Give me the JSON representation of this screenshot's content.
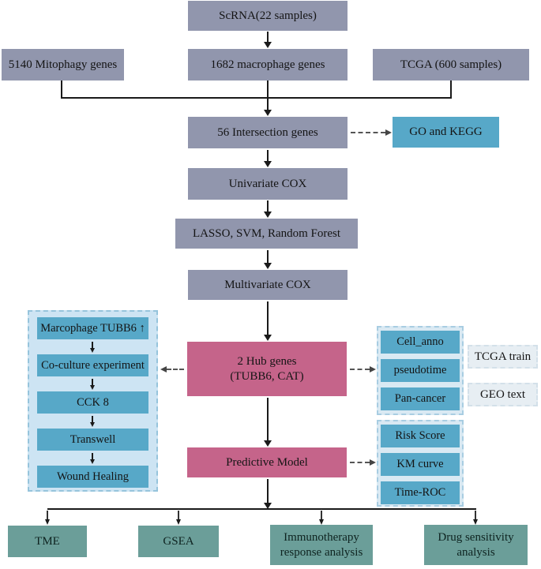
{
  "diagram": {
    "flow": {
      "scrna": "ScRNA(22 samples)",
      "mitophagy": "5140 Mitophagy genes",
      "macrophage": "1682 macrophage genes",
      "tcga": "TCGA (600 samples)",
      "intersection": "56 Intersection genes",
      "go_kegg": "GO and KEGG",
      "univariate_cox": "Univariate COX",
      "feature_selection": "LASSO, SVM, Random Forest",
      "multivariate_cox": "Multivariate COX",
      "hub_genes_line1": "2 Hub genes",
      "hub_genes_line2": "(TUBB6, CAT)",
      "predictive_model": "Predictive Model"
    },
    "experiment_panel": {
      "items": [
        "Marcophage TUBB6 ↑",
        "Co-culture experiment",
        "CCK 8",
        "Transwell",
        "Wound Healing"
      ]
    },
    "hub_analysis_panel": {
      "items": [
        "Cell_anno",
        "pseudotime",
        "Pan-cancer"
      ]
    },
    "cohorts": {
      "train": "TCGA train",
      "test": "GEO text"
    },
    "model_eval_panel": {
      "items": [
        "Risk Score",
        "KM curve",
        "Time-ROC"
      ]
    },
    "downstream": {
      "tme": "TME",
      "gsea": "GSEA",
      "immunotherapy": "Immunotherapy response analysis",
      "drug": "Drug sensitivity analysis"
    }
  },
  "colors": {
    "node_gray": "#9196ad",
    "node_cyan": "#57a8c8",
    "node_pink": "#c5648a",
    "node_teal": "#6b9e99",
    "panel_blue_bg": "#cde4f3",
    "group_bg": "#d9e9f3",
    "light_box_bg": "#e7eef3"
  }
}
